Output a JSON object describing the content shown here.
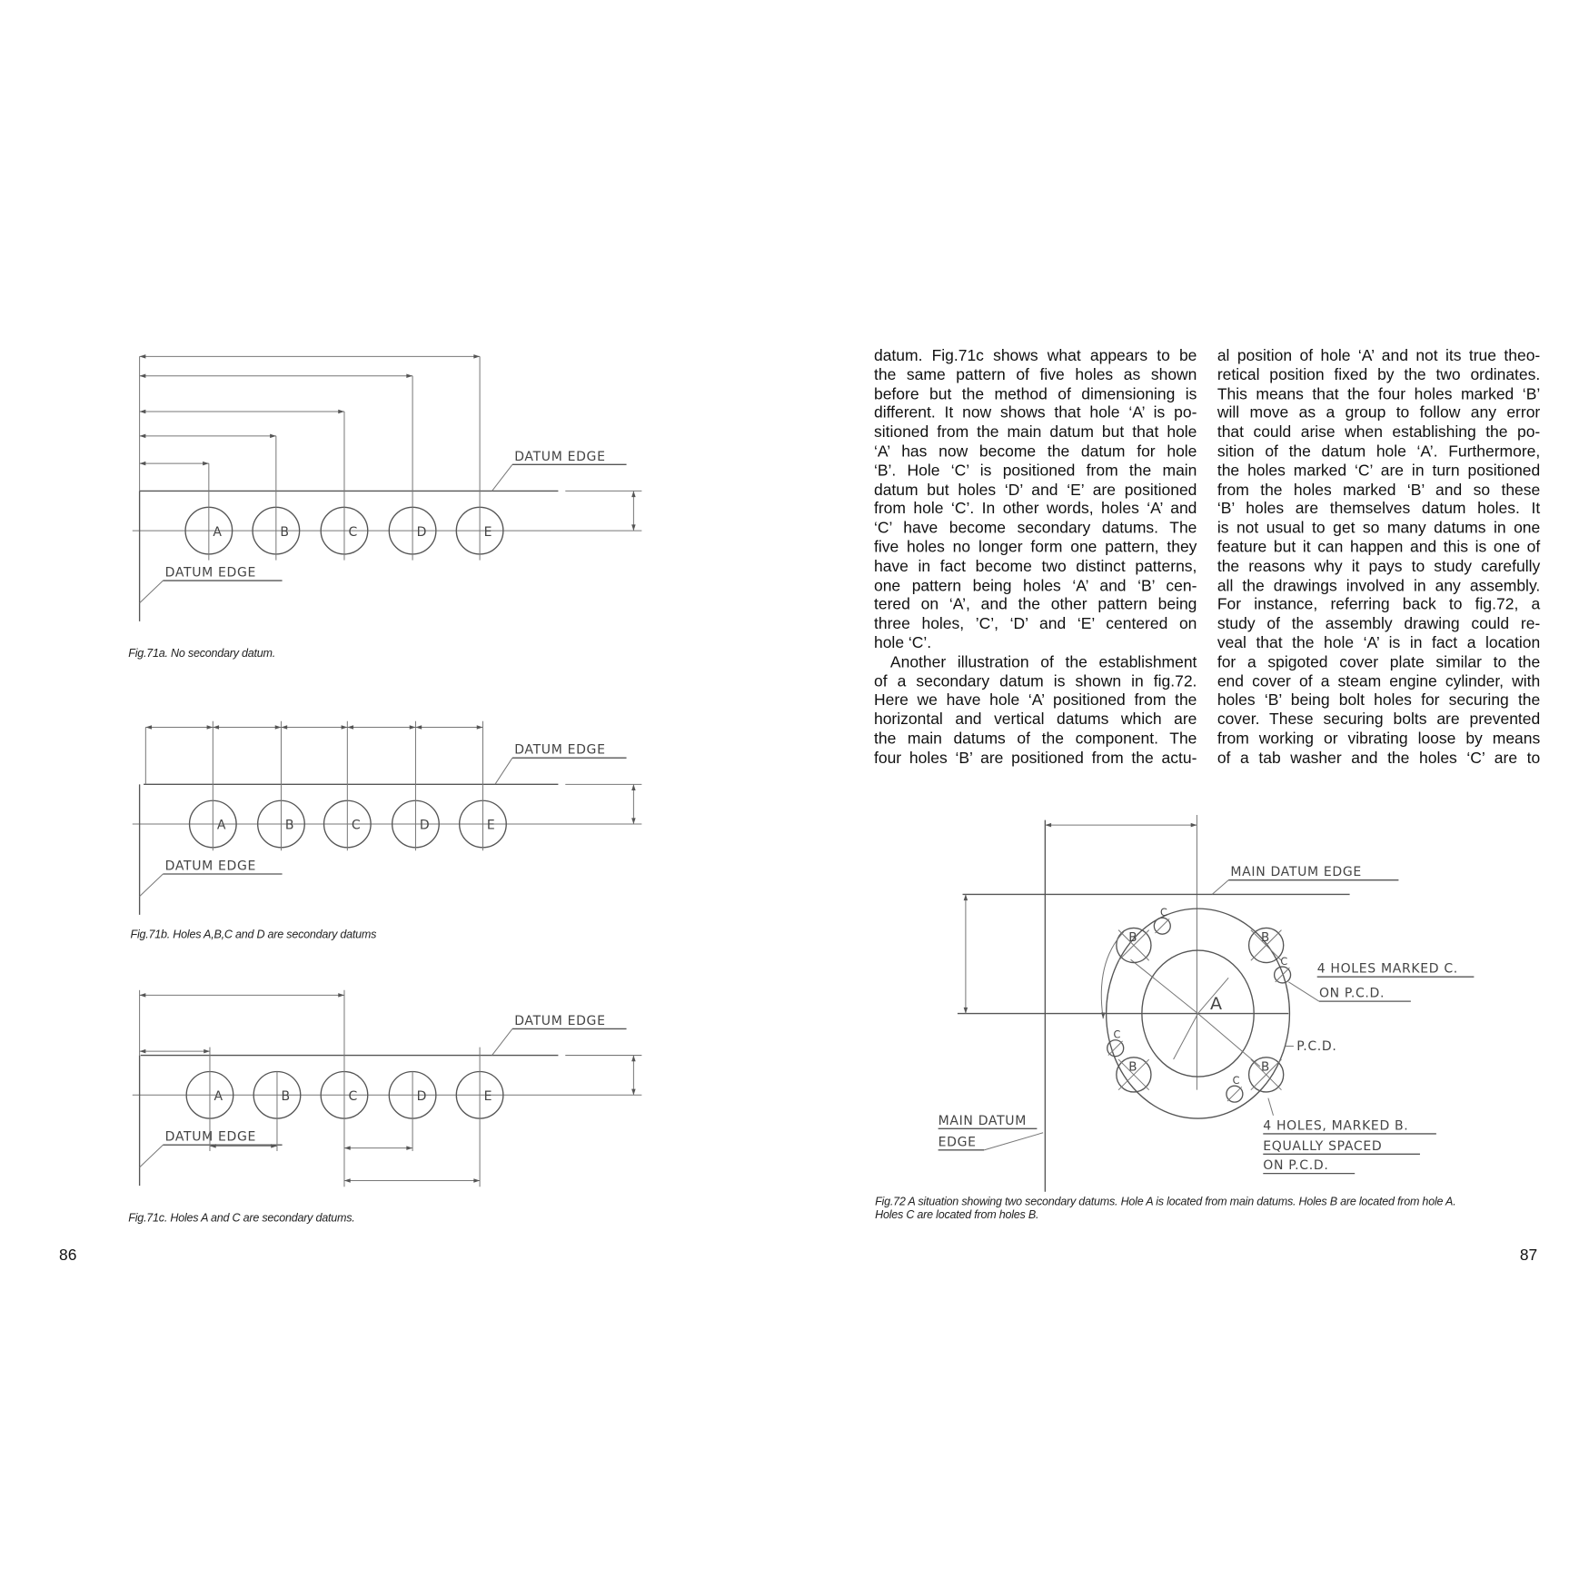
{
  "left_page": {
    "page_number": "86",
    "fig71a": {
      "caption": "Fig.71a. No secondary datum.",
      "holes": [
        "A",
        "B",
        "C",
        "D",
        "E"
      ],
      "label_top": "DATUM EDGE",
      "label_bottom": "DATUM EDGE"
    },
    "fig71b": {
      "caption": "Fig.71b. Holes A,B,C and D are secondary datums",
      "holes": [
        "A",
        "B",
        "C",
        "D",
        "E"
      ],
      "label_top": "DATUM EDGE",
      "label_bottom": "DATUM EDGE"
    },
    "fig71c": {
      "caption": "Fig.71c. Holes A and C are secondary datums.",
      "holes": [
        "A",
        "B",
        "C",
        "D",
        "E"
      ],
      "label_top": "DATUM EDGE",
      "label_bottom": "DATUM EDGE"
    }
  },
  "right_page": {
    "page_number": "87",
    "column_left": [
      "datum. Fig.71c shows what appears to be",
      "the same pattern of five holes as shown",
      "before but the method of dimensioning is",
      "different. It now shows that hole ‘A’ is po-",
      "sitioned from the main datum but that hole",
      "‘A’ has now become the datum for hole",
      "‘B’. Hole ‘C’ is positioned from the main",
      "datum but holes ‘D’ and ‘E’ are positioned",
      "from hole ‘C’. In other words, holes ‘A’ and",
      "‘C’ have become secondary datums. The",
      "five holes no longer form one pattern, they",
      "have in fact become two distinct patterns,",
      "one pattern being holes ‘A’ and ‘B’ cen-",
      "tered on ‘A’, and the other pattern being",
      "three holes, ’C’, ‘D’ and ‘E’ centered on",
      "hole ‘C’.",
      "Another illustration of the establishment",
      "of a secondary datum is shown in fig.72.",
      "Here we have hole ‘A’ positioned from the",
      "horizontal and vertical datums which are",
      "the main datums of the component. The",
      "four holes ‘B’ are positioned from the actu-"
    ],
    "column_right": [
      "al position of hole ‘A’ and not its true theo-",
      "retical position fixed by the two ordinates.",
      "This means that the four holes marked ‘B’",
      "will move as a group to follow any error",
      "that could arise when establishing the po-",
      "sition of the datum hole ‘A’. Furthermore,",
      "the holes marked ‘C’ are in turn positioned",
      "from the holes marked ‘B’ and so these",
      "‘B’ holes are themselves datum holes. It",
      "is not usual to get so many datums in one",
      "feature but it can happen and this is one of",
      "the reasons why it pays to study carefully",
      "all the drawings involved in any assembly.",
      "For instance, referring back to fig.72, a",
      "study of the assembly drawing could re-",
      "veal that the hole ‘A’ is in fact a location",
      "for a spigoted cover plate similar to the",
      "end cover of a steam engine cylinder, with",
      "holes ‘B’ being bolt holes for securing the",
      "cover. These securing bolts are prevented",
      "from working or vibrating loose by means",
      "of a tab washer and the holes ‘C’ are to"
    ],
    "fig72": {
      "caption_line1": "Fig.72 A situation showing two secondary datums. Hole A is located from main datums. Holes B are located from hole A.",
      "caption_line2": "Holes C are located from holes B.",
      "label_main_datum_top": "MAIN DATUM EDGE",
      "label_holes_c_1": "4 HOLES MARKED C.",
      "label_holes_c_2": "ON P.C.D.",
      "label_pcd": "P.C.D.",
      "label_holes_b_1": "4 HOLES, MARKED B.",
      "label_holes_b_2": "EQUALLY SPACED",
      "label_holes_b_3": "ON P.C.D.",
      "label_main_datum_left_1": "MAIN DATUM",
      "label_main_datum_left_2": "EDGE",
      "hole_a": "A",
      "hole_b": "B",
      "hole_c": "C"
    }
  }
}
